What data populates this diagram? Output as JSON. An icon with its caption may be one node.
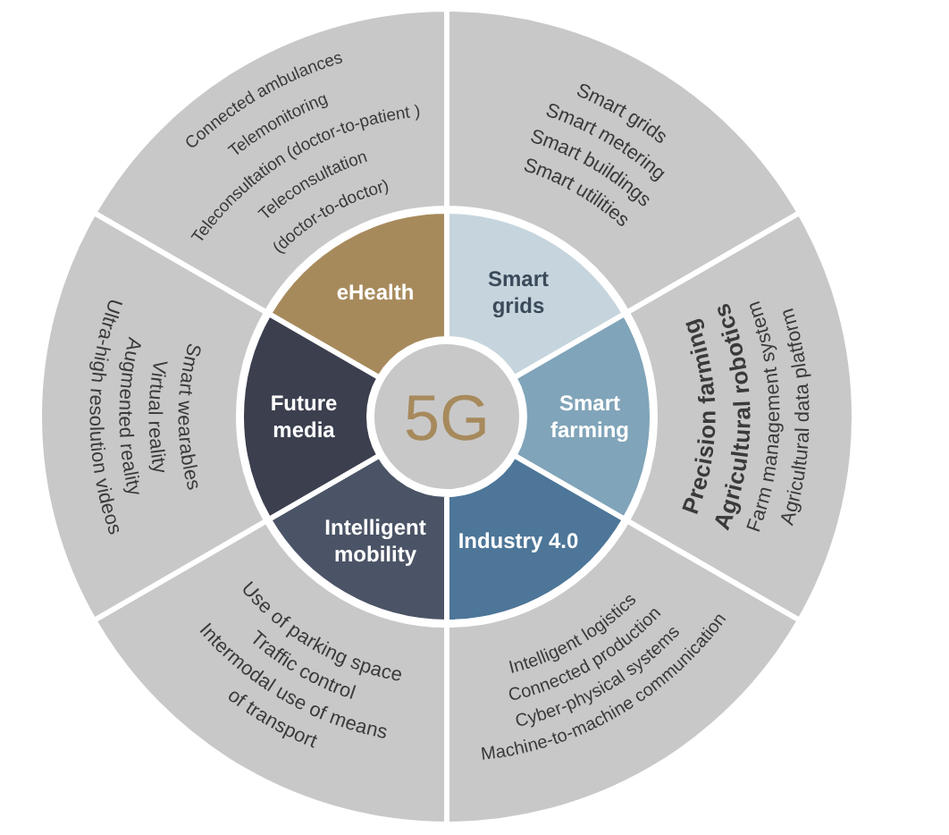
{
  "diagram": {
    "nodes": [
      {
        "text": [
          "5G"
        ]
      },
      {
        "text": [
          "eHealth"
        ]
      },
      {
        "text": [
          "Smart grids"
        ]
      },
      {
        "text": [
          "Smart farming"
        ]
      },
      {
        "text": [
          "Industry 4.0"
        ]
      },
      {
        "text": [
          "Intelligent mobility"
        ]
      },
      {
        "text": [
          "Future media"
        ]
      },
      {
        "text": [
          "Connected ambulances",
          "Telemonitoring",
          "Teleconsultation (doctor-to-patient )",
          "Teleconsultation (doctor-to-doctor)"
        ]
      },
      {
        "text": [
          "Smart grids",
          "Smart metering",
          "Smart buildings",
          "Smart utilities"
        ]
      },
      {
        "text": [
          "Precision farming",
          "Agricultural robotics",
          "Farm management system",
          "Agricultural data platform"
        ]
      },
      {
        "text": [
          "Intelligent logistics",
          "Connected production",
          "Cyber-physical systems",
          "Machine-to-machine communication"
        ]
      },
      {
        "text": [
          "Use of parking space",
          "Traffic control",
          "Intermodal use of means of transport"
        ]
      },
      {
        "text": [
          "Smart wearables",
          "Virtual reality",
          "Augmented reality",
          "Ultra-high resolution videos"
        ]
      }
    ]
  }
}
